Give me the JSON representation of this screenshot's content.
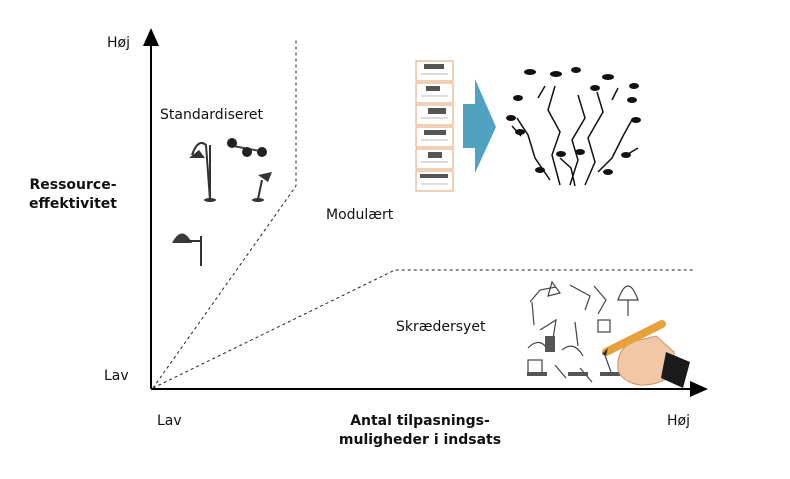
{
  "y_axis": {
    "title_line1": "Ressource-",
    "title_line2": "effektivitet",
    "high": "Høj",
    "low": "Lav"
  },
  "x_axis": {
    "title_line1": "Antal tilpasnings-",
    "title_line2": "muligheder i indsats",
    "low": "Lav",
    "high": "Høj"
  },
  "regions": {
    "standardized": "Standardiseret",
    "modular": "Modulært",
    "custom": "Skrædersyet"
  },
  "colors": {
    "arrow": "#4fa3c0",
    "module_border": "#e3a070",
    "pencil": "#e8a23c",
    "skin": "#f2c7a5"
  }
}
